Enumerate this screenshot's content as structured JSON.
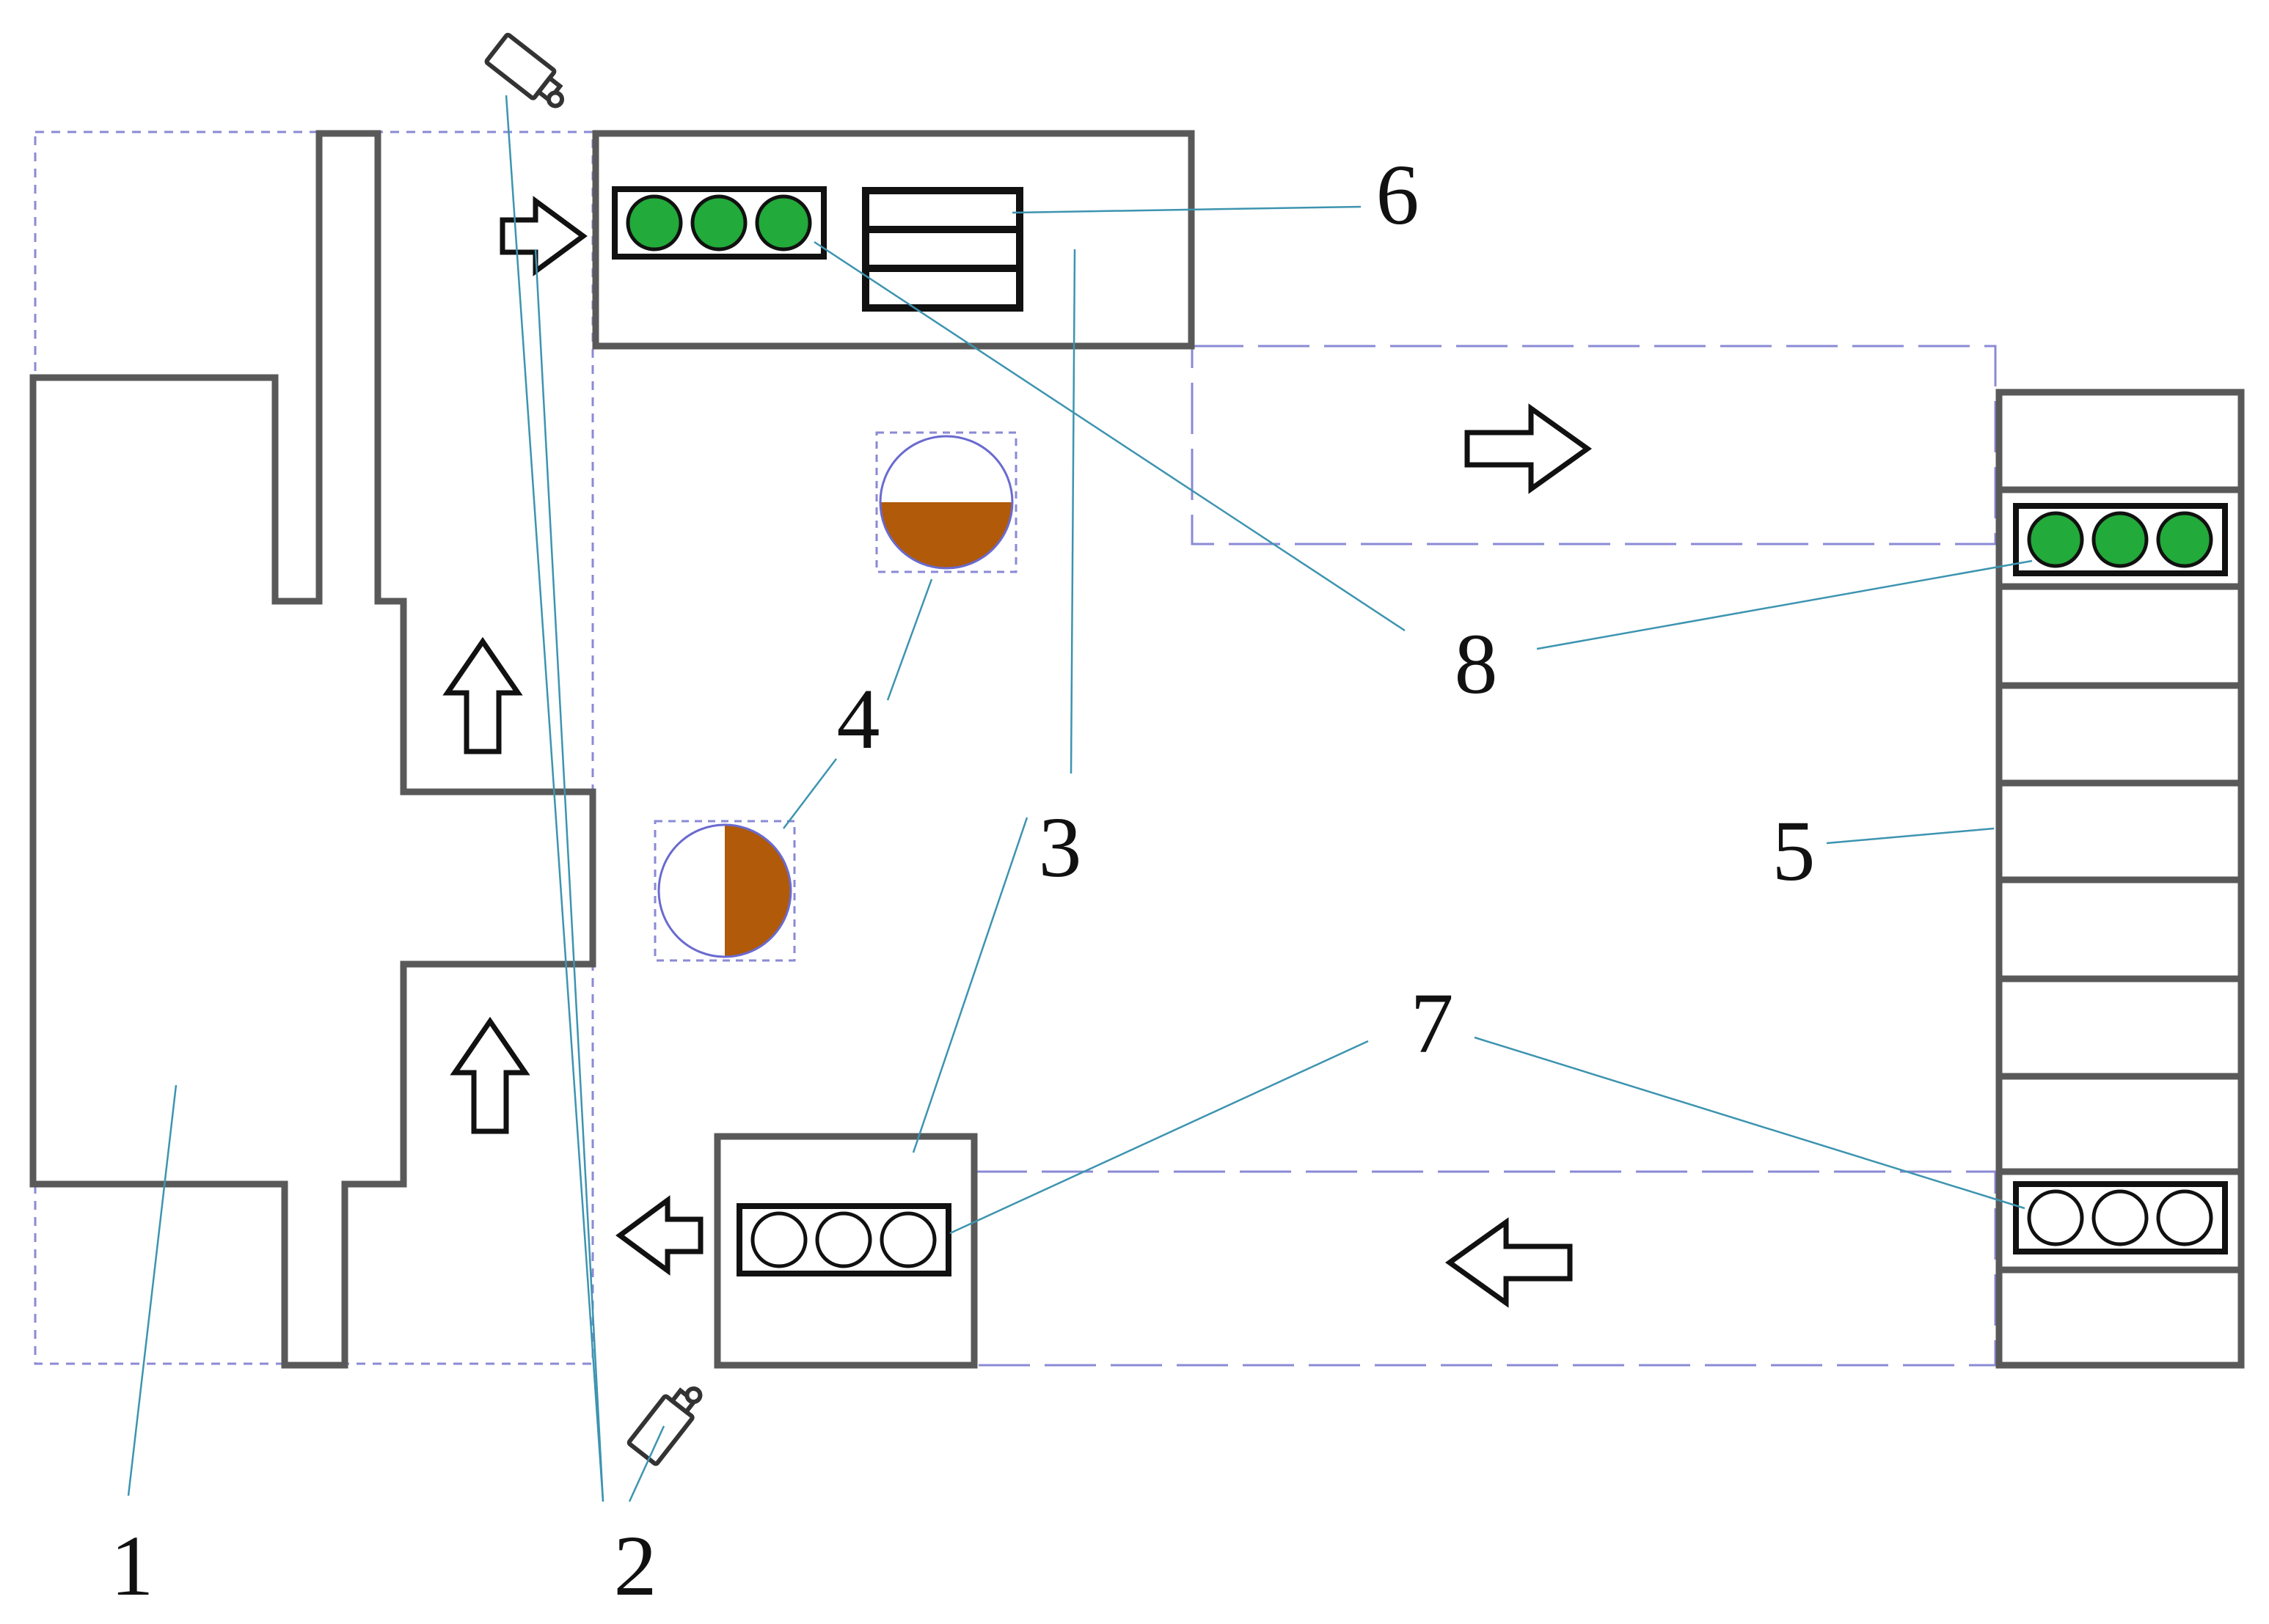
{
  "labels": {
    "machine": "1",
    "cameras": "2",
    "stations": "3",
    "dials": "4",
    "rack": "5",
    "shelf": "6",
    "empty_tray": "7",
    "full_tray": "8"
  },
  "colors": {
    "outline": "#595959",
    "guide": "#8a8ad6",
    "leader": "#3d94b0",
    "green": "#22aa3a",
    "brown": "#b05a0a"
  },
  "icons": [
    "camera-icon",
    "arrow-icon",
    "dial-icon"
  ]
}
